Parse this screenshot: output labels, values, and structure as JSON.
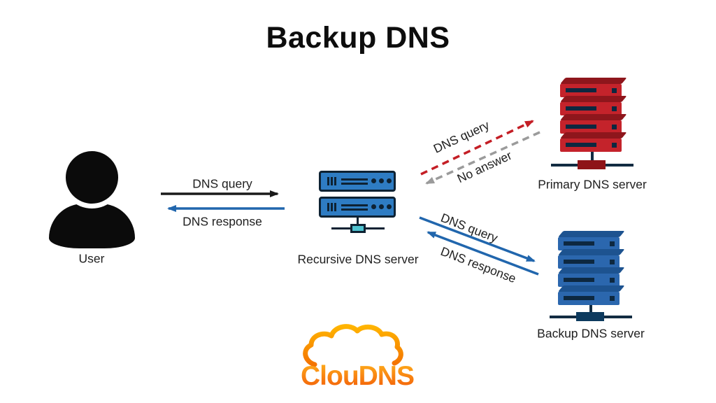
{
  "title": "Backup DNS",
  "nodes": {
    "user": {
      "label": "User"
    },
    "recursive": {
      "label": "Recursive DNS server"
    },
    "primary": {
      "label": "Primary DNS server"
    },
    "backup": {
      "label": "Backup DNS server"
    }
  },
  "arrows": {
    "user_query": {
      "label": "DNS query",
      "color": "#1a1a1a",
      "style": "solid",
      "direction": "user-to-recursive"
    },
    "user_response": {
      "label": "DNS response",
      "color": "#2166ad",
      "style": "solid",
      "direction": "recursive-to-user"
    },
    "primary_query": {
      "label": "DNS query",
      "color": "#c41e25",
      "style": "dashed",
      "direction": "recursive-to-primary"
    },
    "primary_no_answer": {
      "label": "No answer",
      "color": "#9b9b9b",
      "style": "dashed",
      "direction": "primary-to-recursive"
    },
    "backup_query": {
      "label": "DNS query",
      "color": "#2166ad",
      "style": "solid",
      "direction": "recursive-to-backup"
    },
    "backup_response": {
      "label": "DNS response",
      "color": "#2166ad",
      "style": "solid",
      "direction": "backup-to-recursive"
    }
  },
  "logo": {
    "wordmark": "ClouDNS"
  },
  "colors": {
    "primary_server_red": "#c4232b",
    "primary_server_red_dark": "#8e161c",
    "backup_server_blue": "#2b67ae",
    "backup_server_blue_dark": "#1d5390",
    "recursive_server_blue": "#2e7cc3",
    "detail_navy": "#0d2840",
    "connector_cyan": "#4fc3d0",
    "logo_orange_light": "#ffb31d",
    "logo_orange_dark": "#f4680b"
  }
}
